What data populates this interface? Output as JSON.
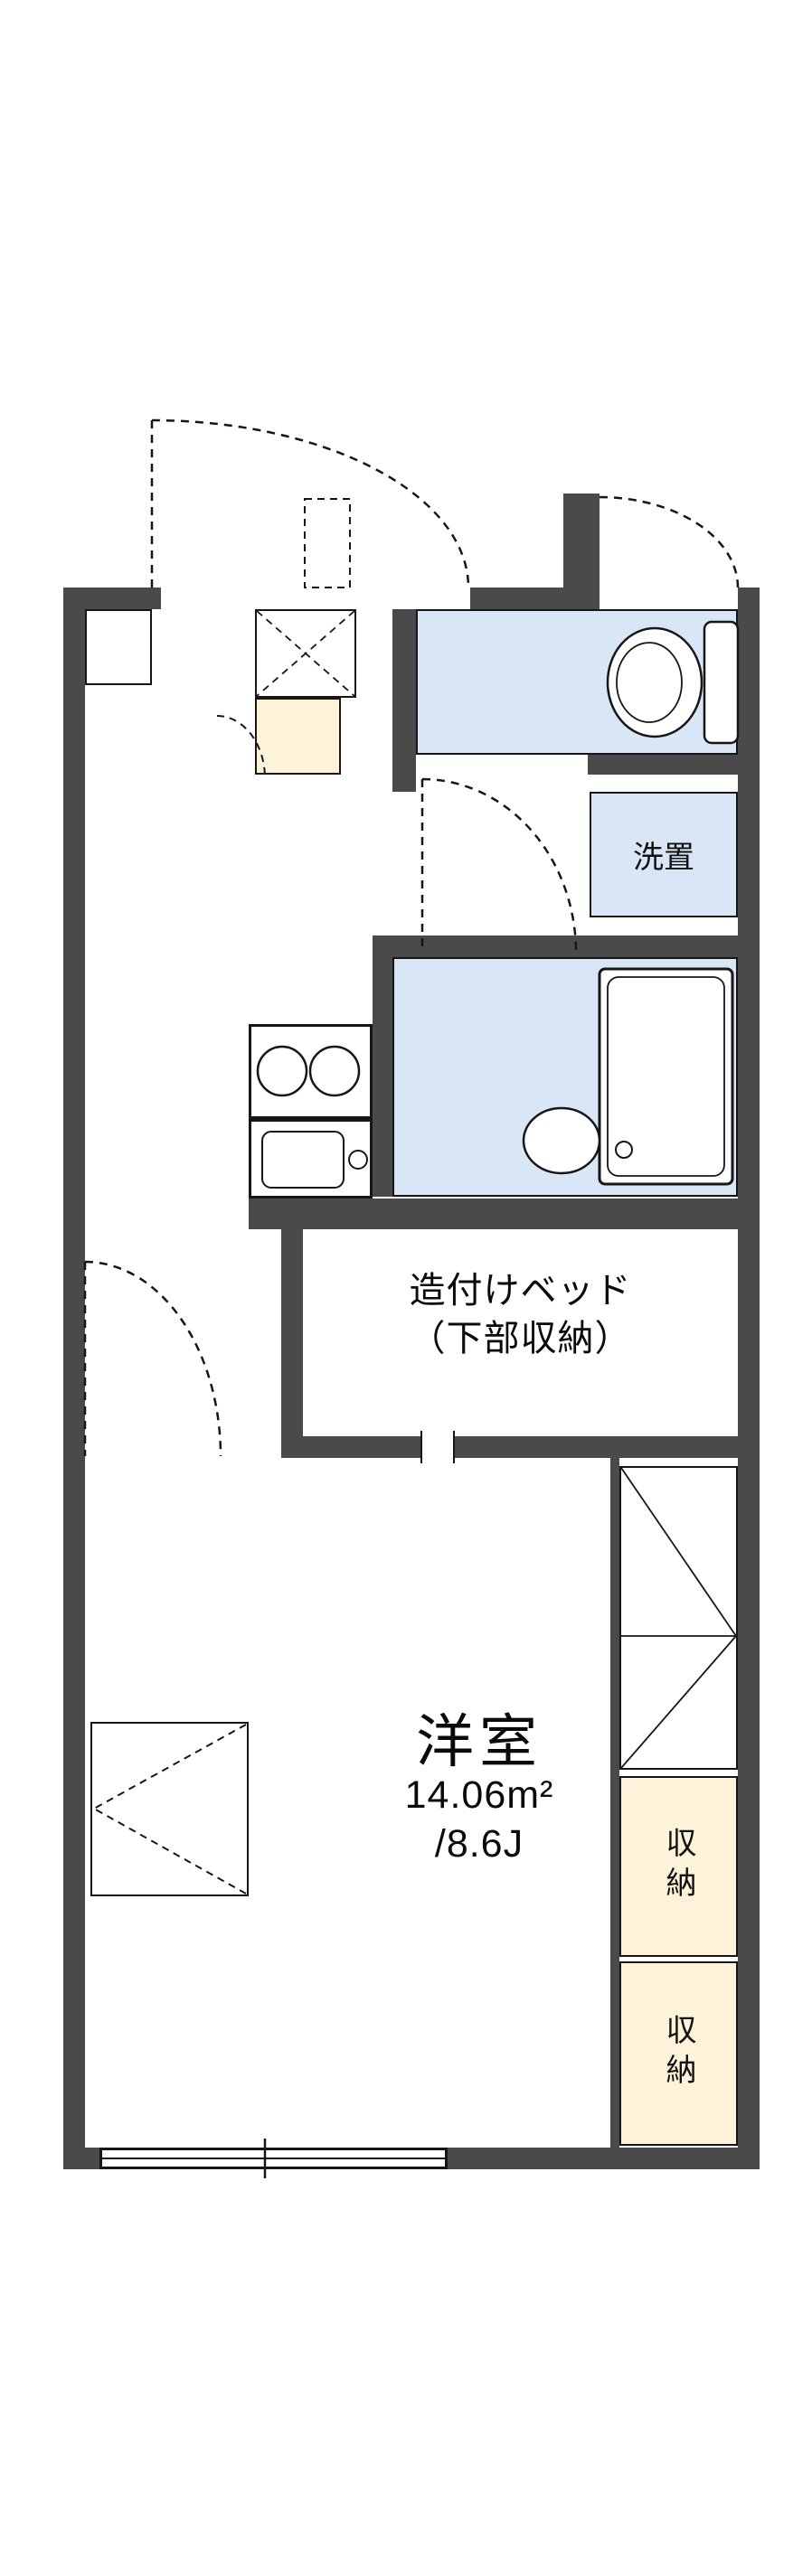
{
  "plan": {
    "type": "apartment-floorplan",
    "labels": {
      "laundry": "洗置",
      "bed_line1": "造付けベッド",
      "bed_line2": "（下部収納）",
      "room_name": "洋室",
      "room_area_m2": "14.06m²",
      "room_area_jo": "/8.6J",
      "storage_1": "収納",
      "storage_2": "収納"
    },
    "colors": {
      "wall": "#4a4a4a",
      "water_area": "#d9e6f5",
      "storage_fill": "#fcf3da",
      "line": "#161616",
      "background": "#ffffff"
    },
    "icons": {
      "toilet": "toilet-icon",
      "bathtub": "bathtub-icon",
      "washbasin": "washbasin-icon",
      "stove": "stove-burners-icon",
      "sink": "kitchen-sink-icon",
      "door_swings": "door-swing-arc-icon",
      "window": "window-icon"
    }
  }
}
